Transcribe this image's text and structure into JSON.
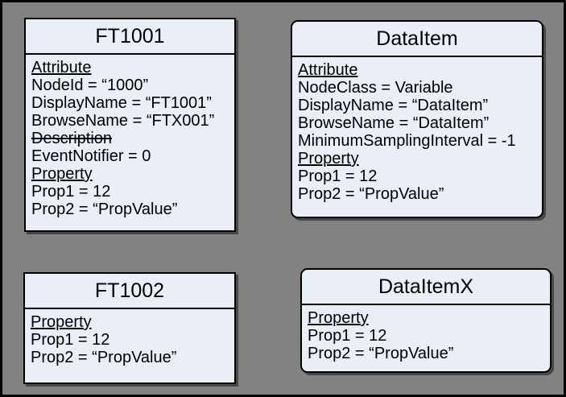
{
  "colors": {
    "background": "#828282",
    "frame_border": "#000000",
    "node_fill": "#e9eef7",
    "node_border": "#000000",
    "shadow": "#3a3a3a",
    "text": "#000000"
  },
  "boxes": {
    "ft1001": {
      "title": "FT1001",
      "shape": "rectangle",
      "lines": [
        {
          "text": "Attribute",
          "style": "underline"
        },
        {
          "text": "NodeId = “1000”",
          "style": "normal"
        },
        {
          "text": "DisplayName = “FT1001”",
          "style": "normal"
        },
        {
          "text": "BrowseName = “FTX001”",
          "style": "normal"
        },
        {
          "text": "Description",
          "style": "strikethrough"
        },
        {
          "text": "EventNotifier = 0",
          "style": "normal"
        },
        {
          "text": "Property",
          "style": "underline"
        },
        {
          "text": "Prop1 = 12",
          "style": "normal"
        },
        {
          "text": "Prop2 = “PropValue”",
          "style": "normal"
        }
      ]
    },
    "dataitem": {
      "title": "DataItem",
      "shape": "rounded",
      "lines": [
        {
          "text": "Attribute",
          "style": "underline"
        },
        {
          "text": "NodeClass = Variable",
          "style": "normal"
        },
        {
          "text": "DisplayName = “DataItem”",
          "style": "normal"
        },
        {
          "text": "BrowseName = “DataItem”",
          "style": "normal"
        },
        {
          "text": "MinimumSamplingInterval = -1",
          "style": "normal"
        },
        {
          "text": "Property",
          "style": "underline"
        },
        {
          "text": "Prop1 = 12",
          "style": "normal"
        },
        {
          "text": "Prop2 = “PropValue”",
          "style": "normal"
        }
      ]
    },
    "ft1002": {
      "title": "FT1002",
      "shape": "rectangle",
      "lines": [
        {
          "text": "Property",
          "style": "underline"
        },
        {
          "text": "Prop1 = 12",
          "style": "normal"
        },
        {
          "text": "Prop2 = “PropValue”",
          "style": "normal"
        }
      ]
    },
    "dataitemx": {
      "title": "DataItemX",
      "shape": "rounded",
      "lines": [
        {
          "text": "Property",
          "style": "underline"
        },
        {
          "text": "Prop1 = 12",
          "style": "normal"
        },
        {
          "text": "Prop2 = “PropValue”",
          "style": "normal"
        }
      ]
    }
  }
}
